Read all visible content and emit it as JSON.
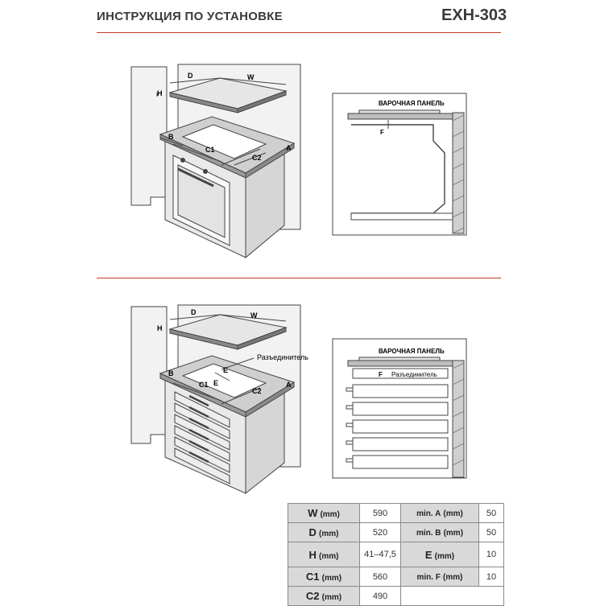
{
  "header": {
    "title": "ИНСТРУКЦИЯ ПО УСТАНОВКЕ",
    "model": "EXH-303"
  },
  "colors": {
    "rule": "#c0392b",
    "header_text": "#3a3a3a",
    "table_key_bg": "#d9d9d9"
  },
  "diagram1": {
    "labels": {
      "D": "D",
      "W": "W",
      "H": "H",
      "B": "B",
      "A": "A",
      "C1": "C1",
      "C2": "C2",
      "F": "F"
    },
    "section_label": "ВАРОЧНАЯ ПАНЕЛЬ"
  },
  "diagram2": {
    "labels": {
      "D": "D",
      "W": "W",
      "H": "H",
      "B": "B",
      "A": "A",
      "C1": "C1",
      "C2": "C2",
      "E": "E",
      "F": "F"
    },
    "section_label": "ВАРОЧНАЯ ПАНЕЛЬ",
    "separator_label": "Разъединитель"
  },
  "spec_table": {
    "unit": "(mm)",
    "rows": [
      {
        "k": "W",
        "v": "590",
        "k2": "min. A",
        "v2": "50"
      },
      {
        "k": "D",
        "v": "520",
        "k2": "min. B",
        "v2": "50"
      },
      {
        "k": "H",
        "v": "41–47,5",
        "k2": "E",
        "v2": "10"
      },
      {
        "k": "C1",
        "v": "560",
        "k2": "min. F",
        "v2": "10"
      },
      {
        "k": "C2",
        "v": "490",
        "k2": "",
        "v2": ""
      }
    ]
  }
}
